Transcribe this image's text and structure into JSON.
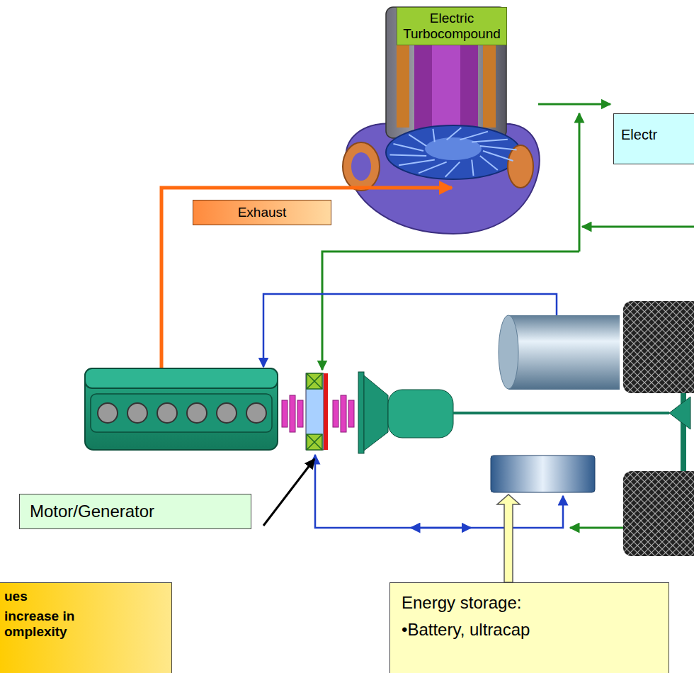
{
  "diagram": {
    "nodes": [
      {
        "text": [
          "Electric Turbocompound"
        ]
      },
      {
        "text": [
          "Electr"
        ]
      },
      {
        "text": [
          "Exhaust"
        ]
      },
      {
        "text": [
          "Motor/Generator"
        ]
      },
      {
        "text": [
          "ues",
          "increase in omplexity"
        ]
      },
      {
        "text": [
          "Energy storage:",
          "•Battery, ultracap"
        ]
      }
    ]
  }
}
